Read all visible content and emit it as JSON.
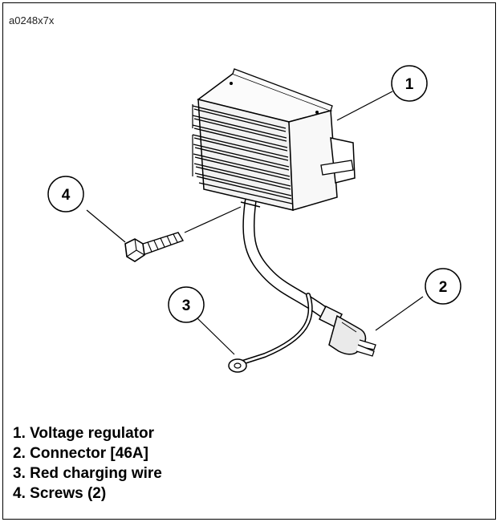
{
  "figure_id": "a0248x7x",
  "callouts": [
    "1",
    "2",
    "3",
    "4"
  ],
  "legend": [
    {
      "number": "1.",
      "label": "Voltage regulator"
    },
    {
      "number": "2.",
      "label": "Connector [46A]"
    },
    {
      "number": "3.",
      "label": "Red charging wire"
    },
    {
      "number": "4.",
      "label": "Screws (2)"
    }
  ]
}
